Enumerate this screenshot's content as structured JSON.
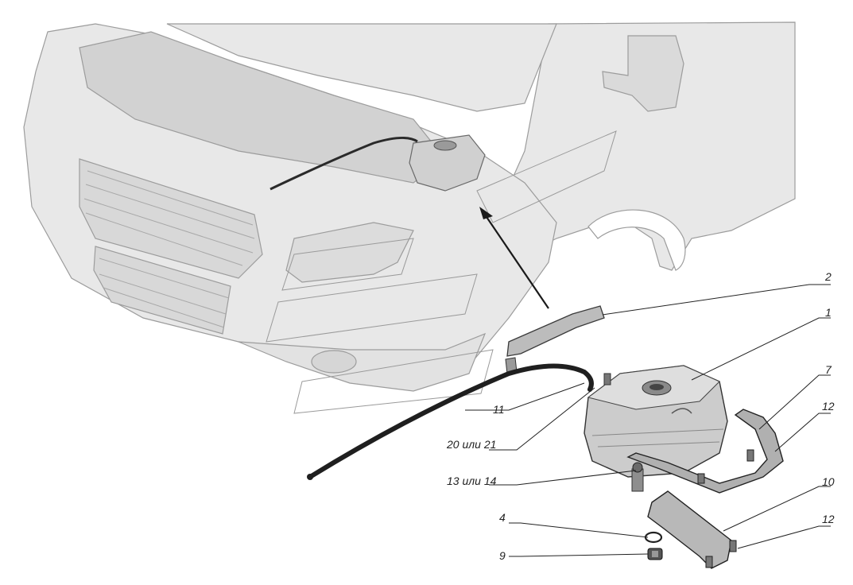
{
  "callouts": {
    "c2": "2",
    "c1": "1",
    "c7": "7",
    "c12a": "12",
    "c11": "11",
    "c20": "20 или 21",
    "c13": "13 или 14",
    "c10": "10",
    "c4": "4",
    "c12b": "12",
    "c9": "9"
  },
  "colors": {
    "body_fill": "#e6e6e6",
    "body_stroke": "#9a9a9a",
    "part_fill": "#c8c8c8",
    "dark": "#2a2a2a",
    "label": "#222222"
  }
}
